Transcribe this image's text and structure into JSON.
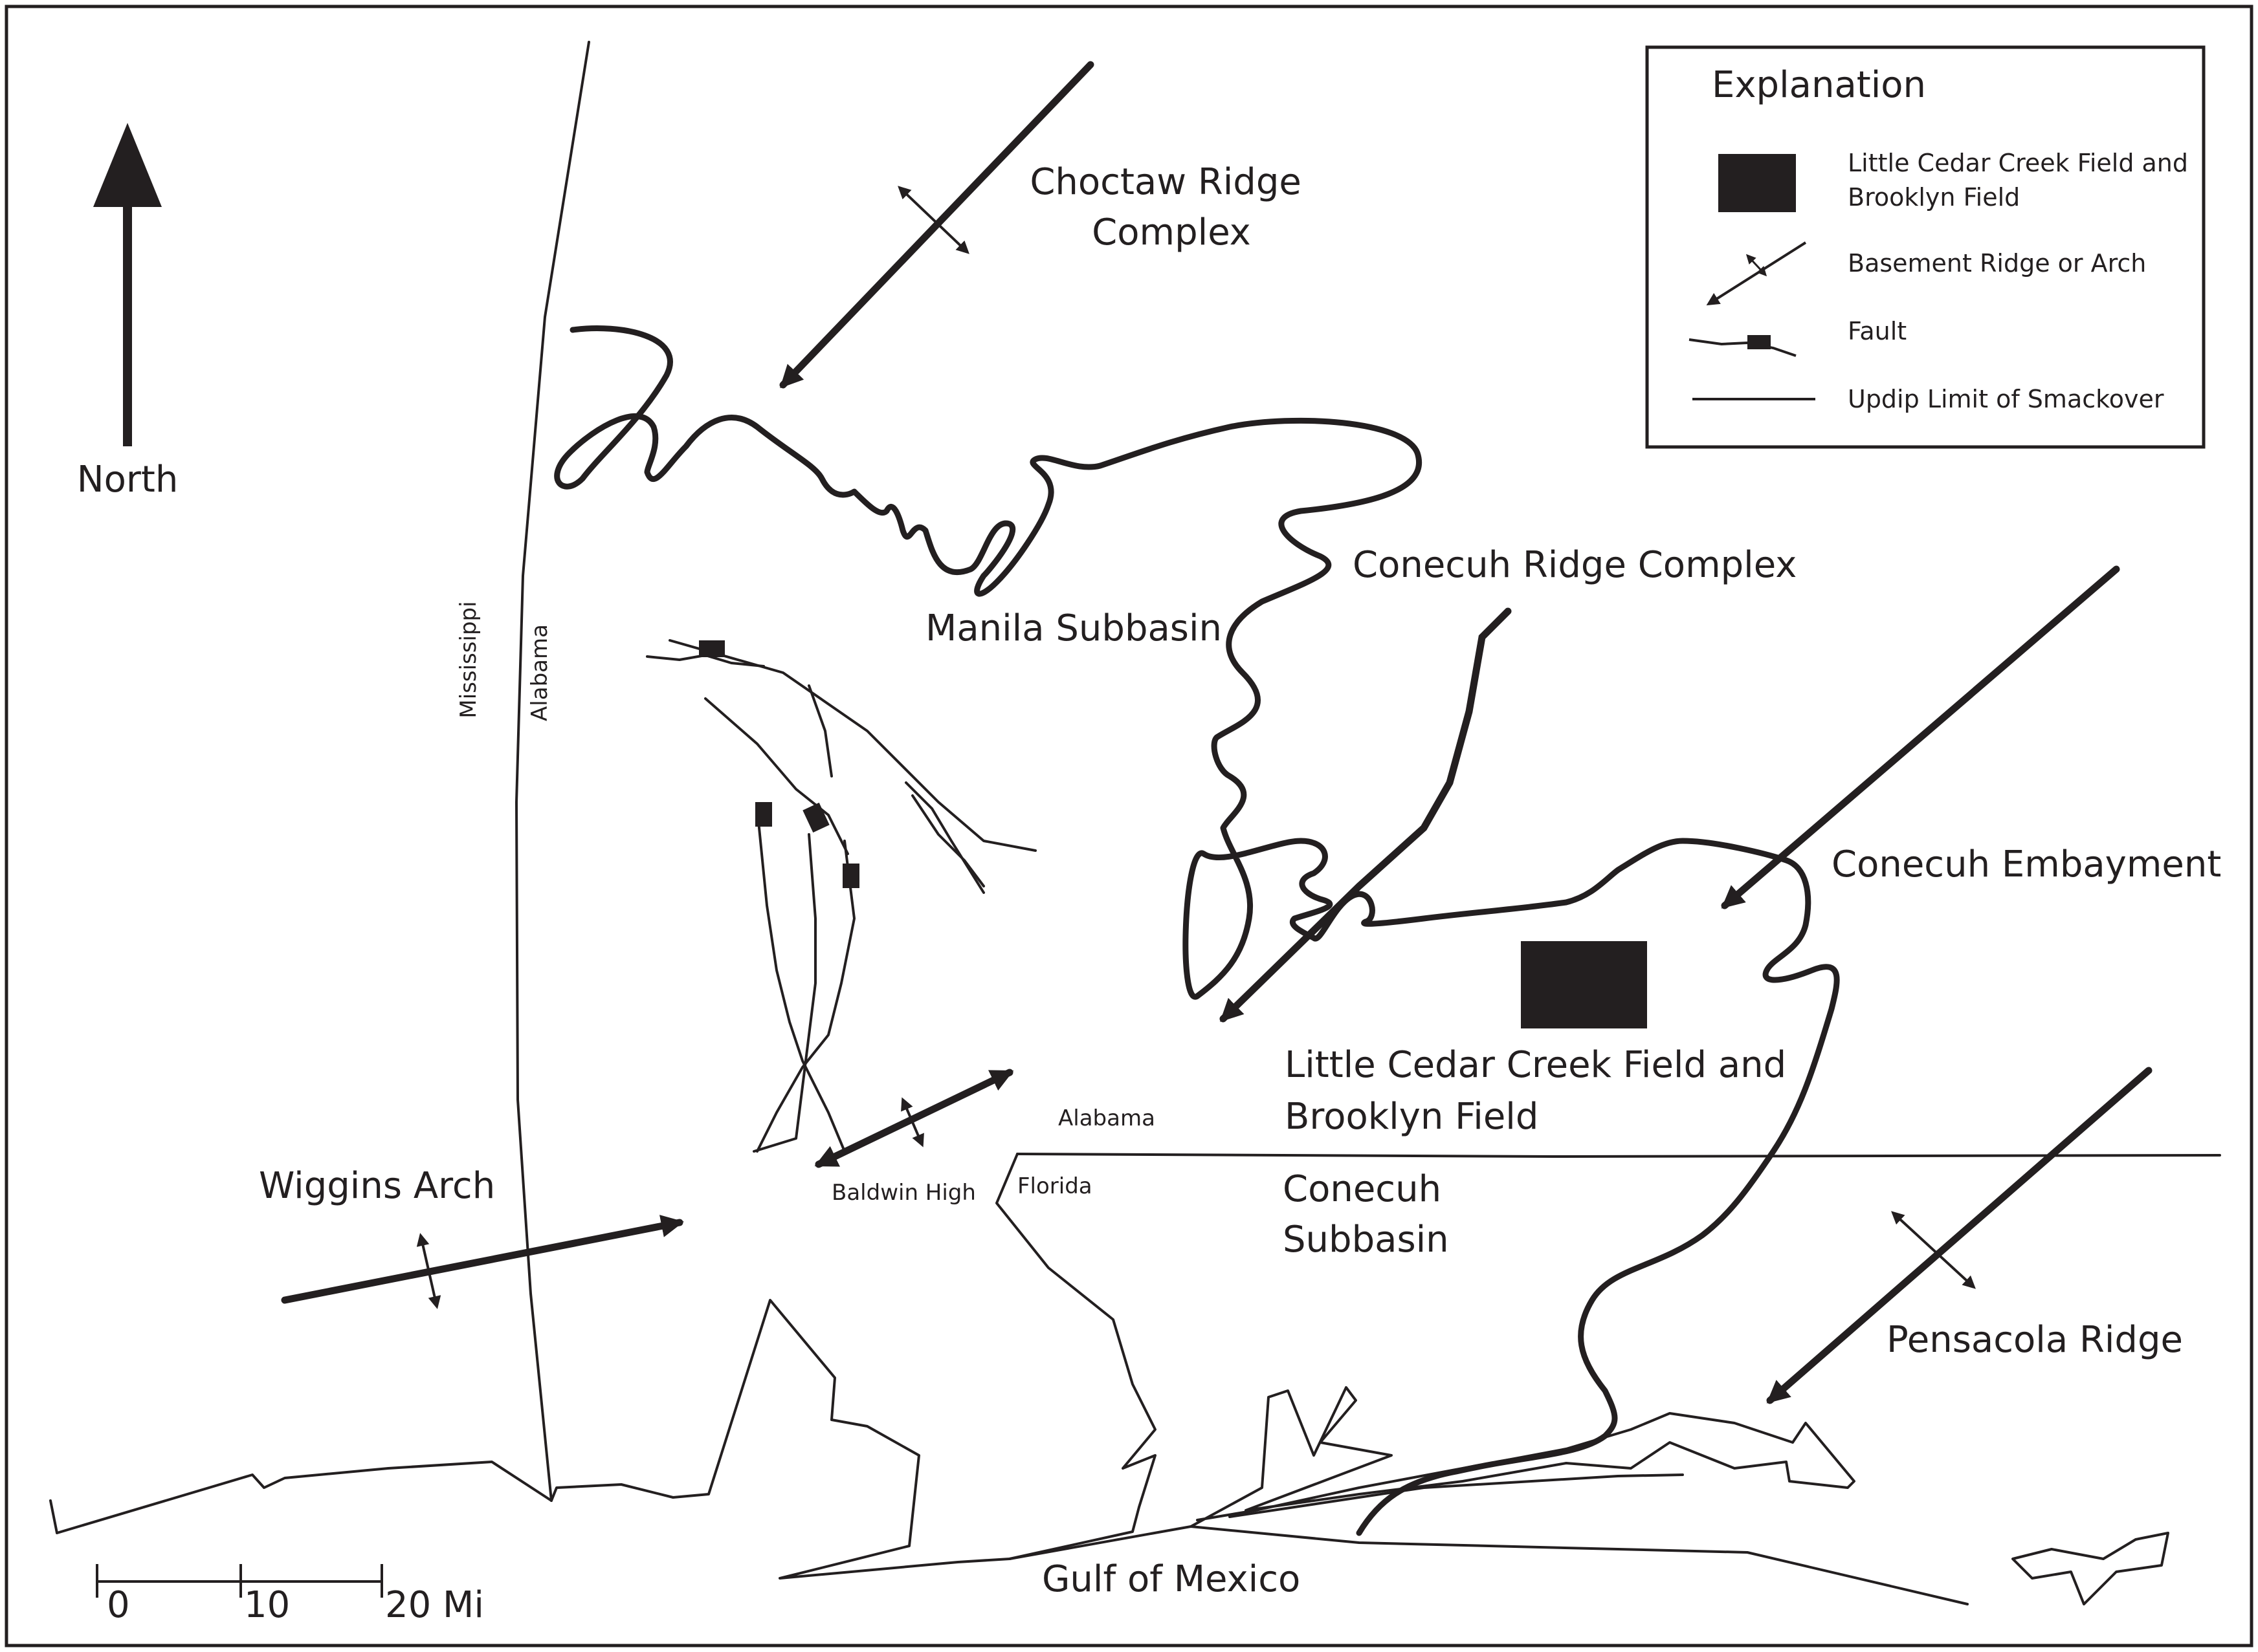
{
  "map": {
    "north_label": "North",
    "regions": {
      "choctaw_ridge": "Choctaw Ridge\nComplex",
      "conecuh_ridge": "Conecuh Ridge Complex",
      "manila_subbasin": "Manila Subbasin",
      "conecuh_embayment": "Conecuh Embayment",
      "little_cedar_creek": "Little Cedar Creek Field and\nBrooklyn Field",
      "wiggins_arch": "Wiggins Arch",
      "baldwin_high": "Baldwin High",
      "conecuh_subbasin": "Conecuh\nSubbasin",
      "pensacola_ridge": "Pensacola Ridge",
      "gulf_of_mexico": "Gulf of Mexico"
    },
    "states": {
      "mississippi": "Mississippi",
      "alabama_west": "Alabama",
      "alabama_south": "Alabama",
      "florida": "Florida"
    },
    "scale_bar": {
      "ticks": [
        "0",
        "10",
        "20 Mi"
      ]
    },
    "colors": {
      "ink": "#231f20",
      "background": "#ffffff"
    }
  },
  "legend": {
    "title": "Explanation",
    "items": [
      {
        "icon": "field-square-icon",
        "label": "Little Cedar Creek Field and\nBrooklyn Field"
      },
      {
        "icon": "ridge-arrow-icon",
        "label": "Basement Ridge or Arch"
      },
      {
        "icon": "fault-icon",
        "label": "Fault"
      },
      {
        "icon": "updip-line-icon",
        "label": "Updip Limit of Smackover"
      }
    ]
  }
}
